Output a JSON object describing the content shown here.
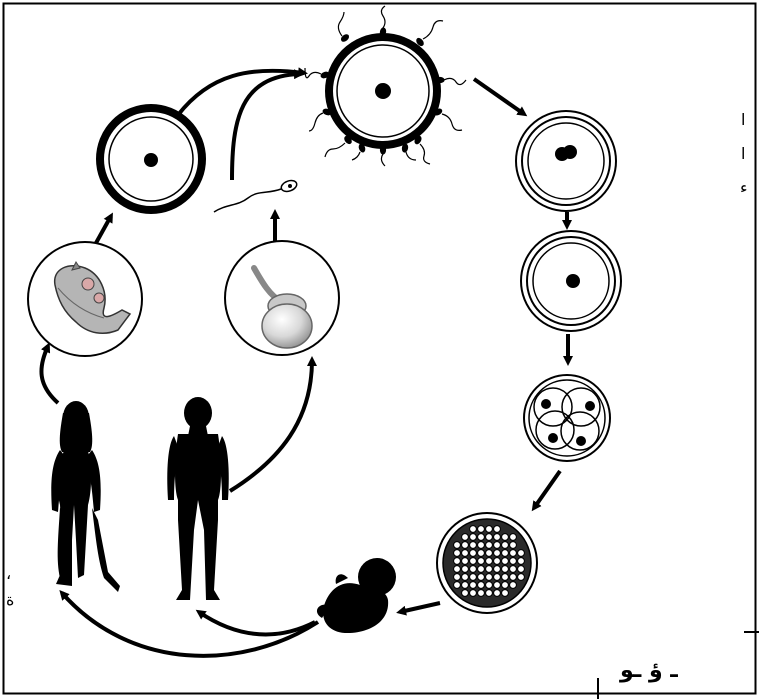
{
  "diagram": {
    "title": "",
    "stroke_color": "#000000",
    "background_color": "#ffffff",
    "organ_fill": "#b8b8b8",
    "nodes": [
      {
        "id": "egg",
        "icon": "egg-cell-icon"
      },
      {
        "id": "sperm",
        "icon": "sperm-cell-icon"
      },
      {
        "id": "fertilization",
        "icon": "fertilization-icon"
      },
      {
        "id": "zygote",
        "icon": "zygote-icon"
      },
      {
        "id": "fused-nucleus",
        "icon": "fused-nucleus-icon"
      },
      {
        "id": "four-cell",
        "icon": "four-cell-embryo-icon"
      },
      {
        "id": "morula",
        "icon": "morula-icon"
      },
      {
        "id": "fetus",
        "icon": "fetus-icon"
      },
      {
        "id": "woman",
        "icon": "woman-silhouette-icon"
      },
      {
        "id": "man",
        "icon": "man-silhouette-icon"
      },
      {
        "id": "ovary",
        "icon": "ovary-icon"
      },
      {
        "id": "testis",
        "icon": "testis-icon"
      }
    ]
  },
  "edge_fragments": {
    "right_marks": [
      "ا",
      "ا",
      "ء"
    ],
    "left_marks": [
      "،",
      "ة"
    ],
    "bottom_marks": "ـ ؤ ـو"
  }
}
